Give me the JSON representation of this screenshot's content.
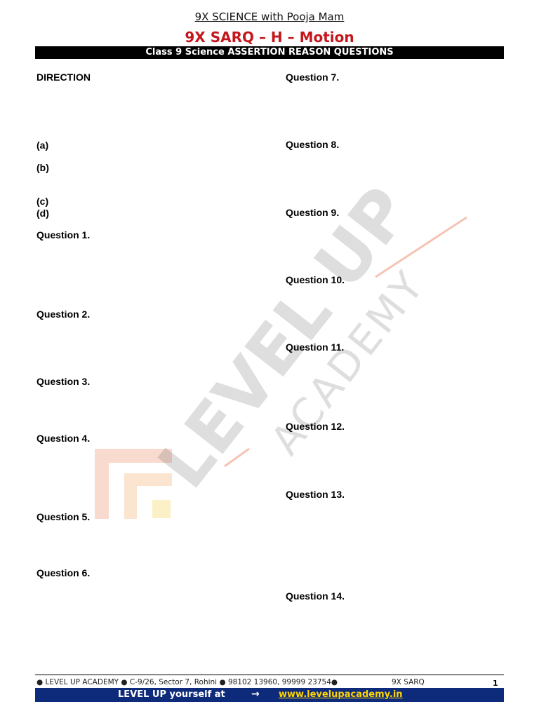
{
  "header": {
    "subtitle": "9X SCIENCE with Pooja Mam",
    "title": "9X SARQ – H – Motion",
    "banner": "Class 9 Science ASSERTION REASON QUESTIONS"
  },
  "left_column": {
    "direction": "DIRECTION",
    "option_a": "(a)",
    "option_b": "(b)",
    "option_c": "(c)",
    "option_d": "(d)",
    "q1": "Question 1.",
    "q2": "Question 2.",
    "q3": "Question 3.",
    "q4": "Question 4.",
    "q5": "Question 5.",
    "q6": "Question 6."
  },
  "right_column": {
    "q7": "Question 7.",
    "q8": "Question 8.",
    "q9": "Question 9.",
    "q10": "Question 10.",
    "q11": "Question 11.",
    "q12": "Question 12.",
    "q13": "Question 13.",
    "q14": "Question 14."
  },
  "watermark": {
    "line1": "LEVEL UP",
    "line2": "ACADEMY"
  },
  "footer": {
    "address": "● LEVEL UP ACADEMY ● C-9/26, Sector 7, Rohini ● 98102 13960, 99999 23754●",
    "code": "9X SARQ",
    "page": "1",
    "tagline": "LEVEL UP yourself at",
    "arrow": "→",
    "url": "www.levelupacademy.in"
  },
  "colors": {
    "title_red": "#c4171d",
    "banner_black": "#000000",
    "footer_navy": "#0e2a7a",
    "url_yellow": "#ffd400"
  }
}
